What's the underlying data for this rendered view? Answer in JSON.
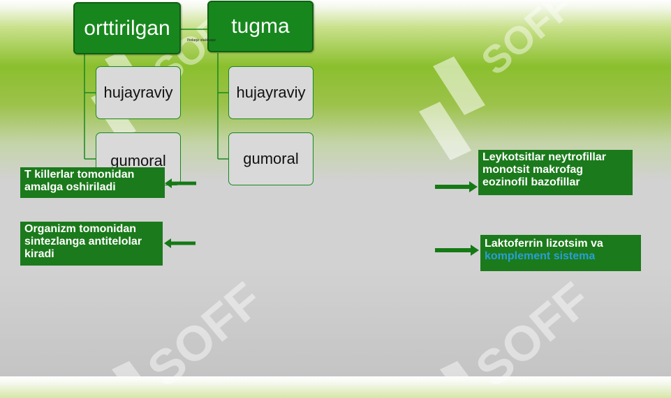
{
  "diagram": {
    "roots": [
      {
        "label": "orttirilgan",
        "children": [
          "hujayraviy",
          "gumoral"
        ]
      },
      {
        "label": "tugma",
        "children": [
          "hujayraviy",
          "gumoral"
        ]
      }
    ],
    "connector_note": "Ifodaqiz stakinaqiz"
  },
  "notes": {
    "t_killers": "T killerlar tomonidan amalga oshiriladi",
    "antibodies": "Organizm tomonidan sintezlanga antitelolar kiradi",
    "leukocytes": "Leykotsitlar  neytrofillar monotsit makrofag eozinofil  bazofillar",
    "lactoferrin_prefix": "Laktoferrin   lizotsim va",
    "lactoferrin_accent": "komplement  sistema"
  },
  "watermark": {
    "text": "SOFF"
  },
  "colors": {
    "box_green": "#17871d",
    "note_green": "#1b7a1b",
    "arrow_green": "#157a15",
    "child_fill": "#d9d9d9",
    "accent_blue": "#2a9fd6"
  }
}
